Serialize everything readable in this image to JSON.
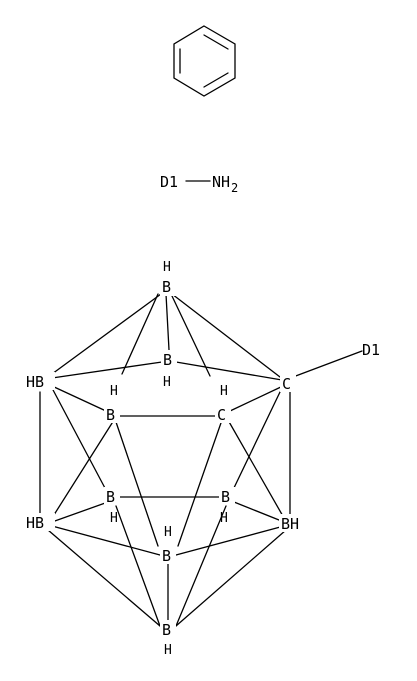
{
  "benzene": {
    "label": ""
  },
  "fragment": {
    "d1": "D1",
    "nh": "NH",
    "sub2": "2"
  },
  "carborane": {
    "d1_label": "D1",
    "atoms": {
      "b_top": "B",
      "h_top": "H",
      "b_upper_mid": "B",
      "h_upper_mid": "H",
      "hb_left_upper": "HB",
      "c_right": "C",
      "b_mid_left": "B",
      "h_mid_left": "H",
      "c_mid": "C",
      "h_c_mid": "H",
      "h_left_inner": "H",
      "b_lower_left": "B",
      "b_lower_right": "B",
      "hb_left_lower": "HB",
      "bh_right": "BH",
      "h_lower_left": "H",
      "h_lower_right": "H",
      "b_lower_mid": "B",
      "h_lower_mid": "H",
      "b_bottom": "B",
      "h_bottom": "H"
    }
  }
}
